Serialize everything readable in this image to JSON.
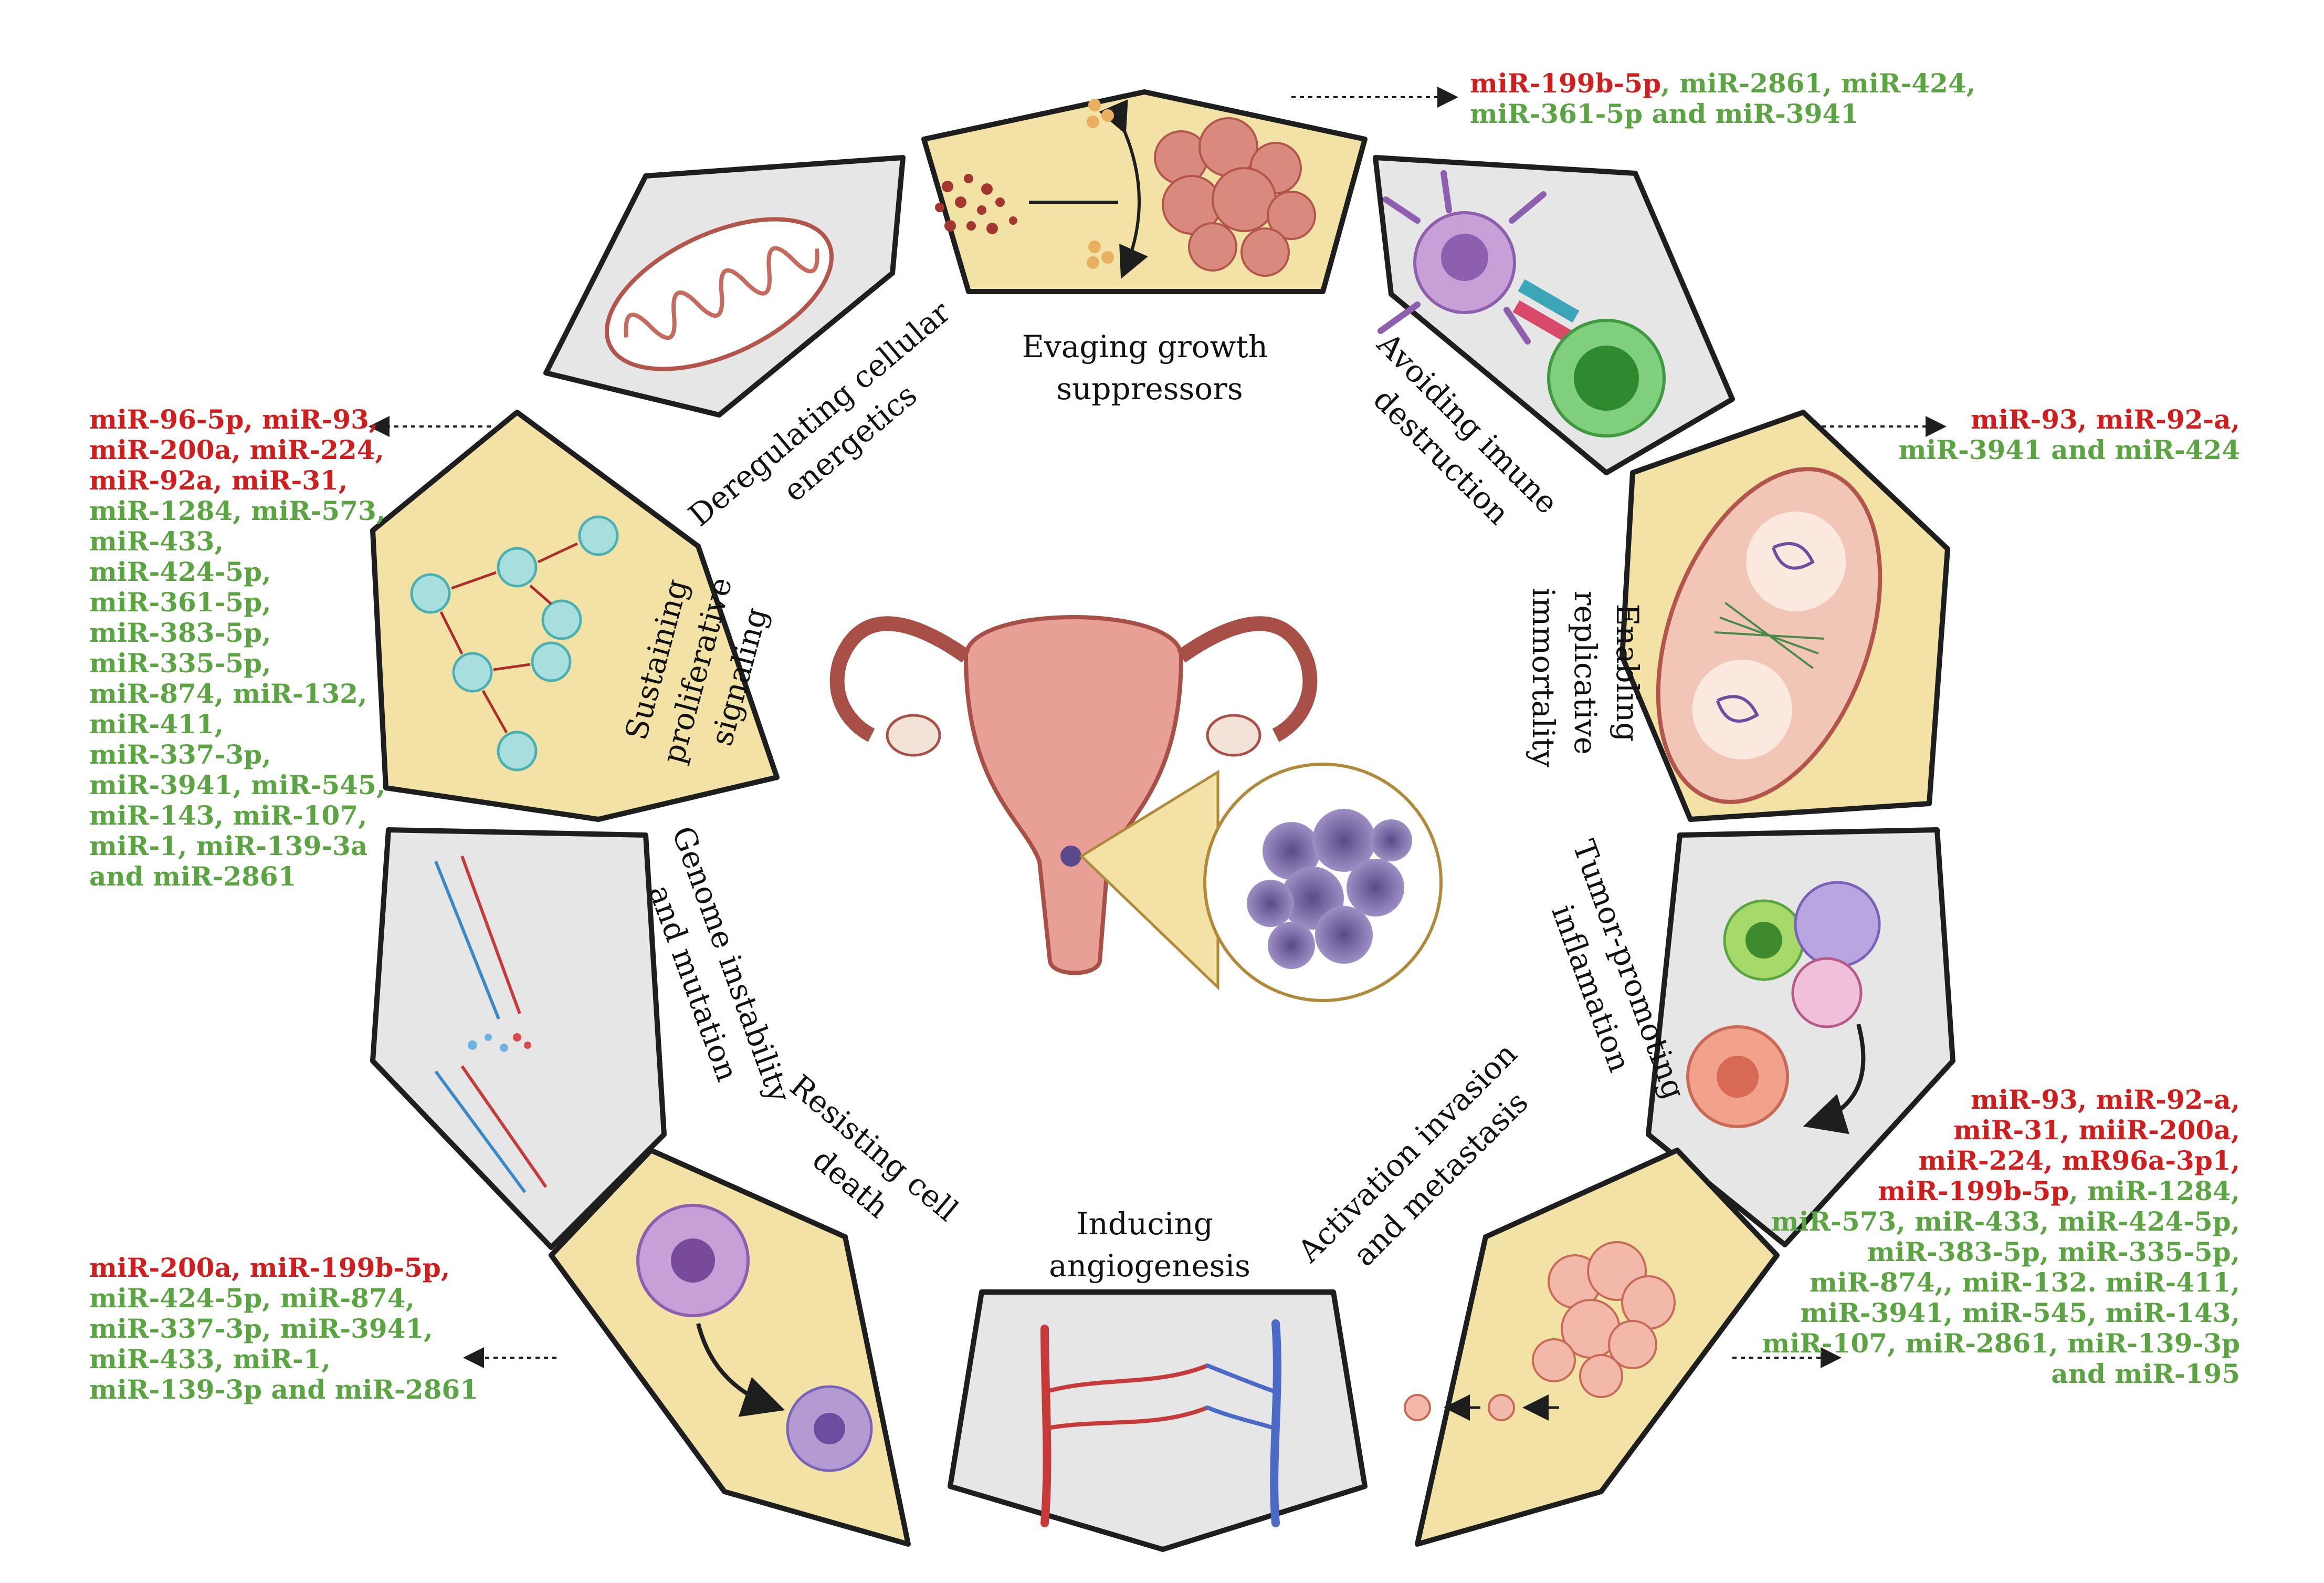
{
  "colors": {
    "yellow_panel": "#f3e2a6",
    "grey_panel": "#e6e6e6",
    "outline": "#1e1e1e",
    "red_mirna": "#d01d1d",
    "green_mirna": "#5aa542"
  },
  "hallmarks": {
    "evading": [
      "Evaging growth",
      "suppressors"
    ],
    "immune": [
      "Avoiding imune",
      "destruction"
    ],
    "replicative": [
      "Enabling",
      "replicative",
      "immortality"
    ],
    "inflammation": [
      "Tumor-promoting",
      "inflamation"
    ],
    "invasion": [
      "Activation invasion",
      "and metastasis"
    ],
    "angiogenesis": [
      "Inducing",
      "angiogenesis"
    ],
    "cell_death": [
      "Resisting cell",
      "death"
    ],
    "genome": [
      "Genome instability",
      "and mutation"
    ],
    "proliferative": [
      "Sustaining",
      "proliferative",
      "signaling"
    ],
    "energetics": [
      "Deregulating cellular",
      "energetics"
    ]
  },
  "mirna_lists": {
    "evading": [
      [
        {
          "t": "miR-199b-5p",
          "c": "red"
        },
        {
          "t": ", miR-2861, miR-424,",
          "c": "green"
        }
      ],
      [
        {
          "t": "miR-361-5p  and miR-3941",
          "c": "green"
        }
      ]
    ],
    "replicative": [
      [
        {
          "t": "miR-93, miR-92-a,",
          "c": "red"
        }
      ],
      [
        {
          "t": "miR-3941 and miR-424",
          "c": "green"
        }
      ]
    ],
    "proliferative": [
      [
        {
          "t": "miR-96-5p, miR-93,",
          "c": "red"
        }
      ],
      [
        {
          "t": "miR-200a, miR-224,",
          "c": "red"
        }
      ],
      [
        {
          "t": "miR-92a, miR-31,",
          "c": "red"
        }
      ],
      [
        {
          "t": "miR-1284, miR-573,",
          "c": "green"
        }
      ],
      [
        {
          "t": "miR-433,",
          "c": "green"
        }
      ],
      [
        {
          "t": "miR-424-5p,",
          "c": "green"
        }
      ],
      [
        {
          "t": "miR-361-5p,",
          "c": "green"
        }
      ],
      [
        {
          "t": "miR-383-5p,",
          "c": "green"
        }
      ],
      [
        {
          "t": "miR-335-5p,",
          "c": "green"
        }
      ],
      [
        {
          "t": "miR-874, miR-132,",
          "c": "green"
        }
      ],
      [
        {
          "t": "miR-411,",
          "c": "green"
        }
      ],
      [
        {
          "t": "miR-337-3p,",
          "c": "green"
        }
      ],
      [
        {
          "t": "miR-3941, miR-545,",
          "c": "green"
        }
      ],
      [
        {
          "t": "miR-143, miR-107,",
          "c": "green"
        }
      ],
      [
        {
          "t": "miR-1, miR-139-3a",
          "c": "green"
        }
      ],
      [
        {
          "t": "and  miR-2861",
          "c": "green"
        }
      ]
    ],
    "invasion": [
      [
        {
          "t": "miR-93, miR-92-a,",
          "c": "red"
        }
      ],
      [
        {
          "t": "miR-31, miiR-200a,",
          "c": "red"
        }
      ],
      [
        {
          "t": "miR-224, mR96a-3p1,",
          "c": "red"
        }
      ],
      [
        {
          "t": "miR-199b-5p",
          "c": "red"
        },
        {
          "t": ", miR-1284,",
          "c": "green"
        }
      ],
      [
        {
          "t": "miR-573, miR-433, miR-424-5p,",
          "c": "green"
        }
      ],
      [
        {
          "t": "miR-383-5p, miR-335-5p,",
          "c": "green"
        }
      ],
      [
        {
          "t": "miR-874,, miR-132. miR-411,",
          "c": "green"
        }
      ],
      [
        {
          "t": "miR-3941, miR-545, miR-143,",
          "c": "green"
        }
      ],
      [
        {
          "t": "miR-107, miR-2861, miR-139-3p",
          "c": "green"
        }
      ],
      [
        {
          "t": "and miR-195",
          "c": "green"
        }
      ]
    ],
    "cell_death": [
      [
        {
          "t": "miR-200a, miR-199b-5p,",
          "c": "red"
        }
      ],
      [
        {
          "t": "miR-424-5p, miR-874,",
          "c": "green"
        }
      ],
      [
        {
          "t": "miR-337-3p, miR-3941,",
          "c": "green"
        }
      ],
      [
        {
          "t": "miR-433, miR-1,",
          "c": "green"
        }
      ],
      [
        {
          "t": "miR-139-3p and miR-2861",
          "c": "green"
        }
      ]
    ]
  }
}
